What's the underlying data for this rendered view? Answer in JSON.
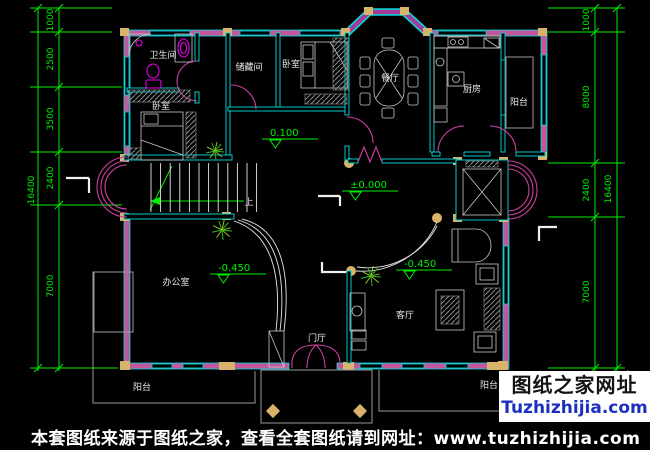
{
  "page": {
    "background": "#000000",
    "type": "cad-floor-plan"
  },
  "rooms": [
    "卫生间",
    "储藏间",
    "卧室",
    "卧室",
    "餐厅",
    "厨房",
    "阳台",
    "办公室",
    "门厅",
    "客厅",
    "阳台",
    "阳台"
  ],
  "elevations": [
    "0.100",
    "±0.000",
    "-0.450",
    "-0.450"
  ],
  "stair_up": "上",
  "dimensions": {
    "left": {
      "overall": "16400",
      "segments": [
        "1000",
        "2500",
        "3500",
        "2400",
        "7000"
      ]
    },
    "right": {
      "overall": "16400",
      "segments": [
        "1000",
        "8000",
        "2400",
        "7000"
      ]
    }
  },
  "caption": "本套图纸来源于图纸之家，查看全套图纸请到网址：www.tuzhizhijia.com",
  "watermark": {
    "line1": "图纸之家网址",
    "line2": "Tuzhizhijia.com"
  },
  "colors": {
    "dimension_green": "#00ef00",
    "wall_cyan": "#00dede",
    "wall_fill_pink": "#c2579b",
    "bay_fill_purple": "#a23c98",
    "column_tan": "#d9b36c",
    "fixture_magenta": "#ea00ea",
    "door_magenta": "#cf3fa0",
    "furniture_grey": "#c8c8c8",
    "balcony_grey": "#9a9a9a",
    "label_white": "#e8e8e8",
    "watermark_blue": "#1c2fbe",
    "caption_white": "#ffffff"
  }
}
